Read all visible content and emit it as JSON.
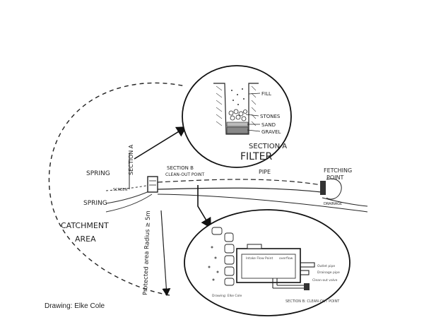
{
  "labels": {
    "spring_upper": "SPRING",
    "spring_lower": "SPRING",
    "section_a_vertical": "SECTION A",
    "screen": "SCREEN",
    "catchment_line1": "CATCHMENT",
    "catchment_line2": "AREA",
    "protected_area": "Protected area Radius ≥ 5m",
    "section_b_line1": "SECTION B",
    "section_b_line2": "CLEAN-OUT POINT",
    "pipe": "PIPE",
    "fetching_line1": "FETCHING",
    "fetching_line2": "POINT",
    "drainage": "DRAINAGE"
  },
  "section_a_detail": {
    "fill": "FILL",
    "stones": "STONES",
    "sand": "SAND",
    "gravel": "GRAVEL",
    "title_line1": "SECTION A",
    "title_line2": "FILTER"
  },
  "section_b_detail": {
    "inner_label_1": "Intake Flow Point",
    "inner_label_2": "overflow",
    "pipe_label_1": "Outlet pipe",
    "pipe_label_2": "Drainage pipe",
    "pipe_label_3": "Clean-out valve",
    "credit": "Drawing: Elke Cole",
    "title": "SECTION B: CLEAN-OUT POINT"
  },
  "credit": "Drawing: Elke Cole",
  "colors": {
    "ink": "#222222",
    "paper": "#ffffff"
  }
}
